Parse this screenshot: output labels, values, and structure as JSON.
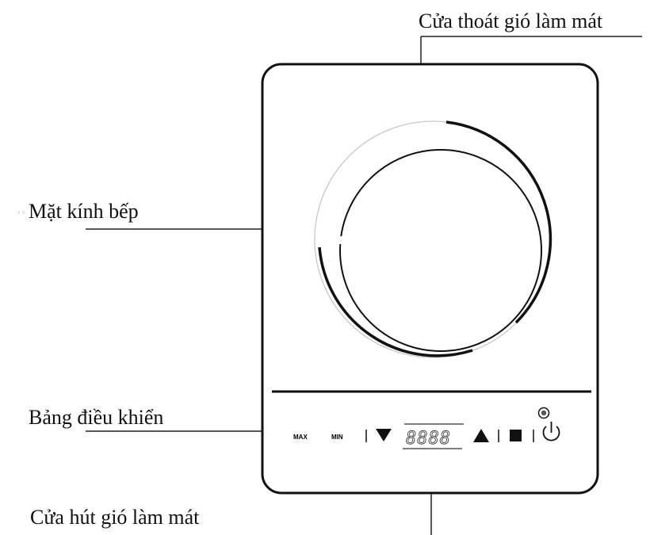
{
  "labels": {
    "top_vent": "Cửa thoát gió làm mát",
    "glass": "Mặt kính bếp",
    "control_panel": "Bảng điều khiển",
    "bottom_vent": "Cửa hút gió làm mát"
  },
  "controls": {
    "max": "MAX",
    "min": "MIN",
    "display": "8888"
  },
  "icons": [
    "arrow-down-icon",
    "arrow-up-icon",
    "stop-icon",
    "power-icon",
    "timer-icon"
  ]
}
